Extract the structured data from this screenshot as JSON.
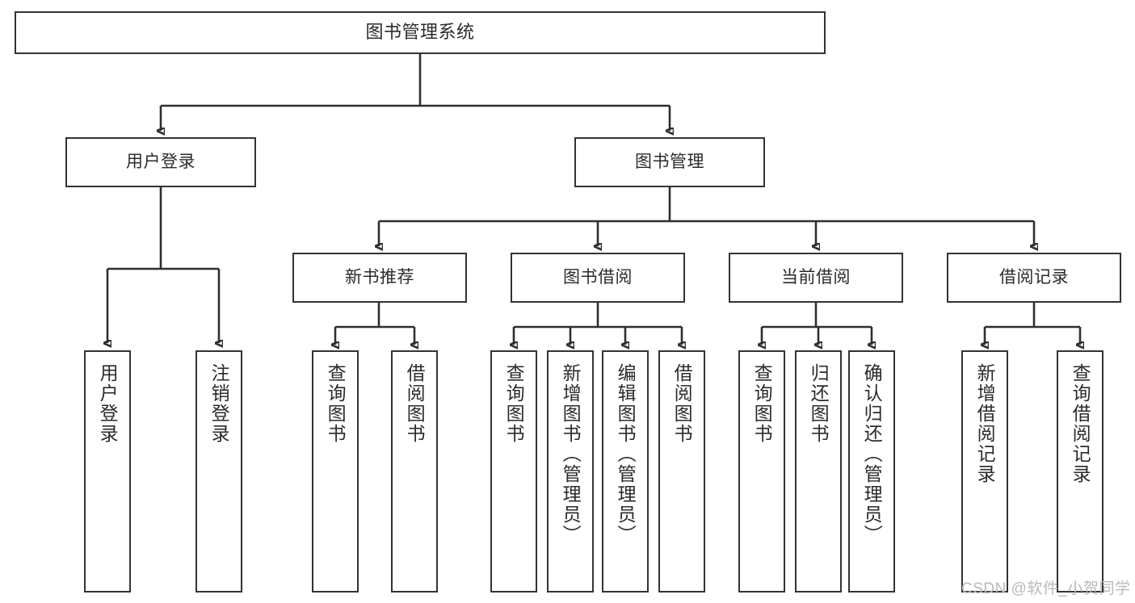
{
  "diagram": {
    "title": "图书管理系统",
    "root": {
      "label": "图书管理系统"
    },
    "level1": [
      {
        "label": "用户登录"
      },
      {
        "label": "图书管理"
      }
    ],
    "level2": [
      {
        "label": "新书推荐"
      },
      {
        "label": "图书借阅"
      },
      {
        "label": "当前借阅"
      },
      {
        "label": "借阅记录"
      }
    ],
    "leaves": {
      "user_login": [
        {
          "label": "用户登录"
        },
        {
          "label": "注销登录"
        }
      ],
      "new_book_recommend": [
        {
          "label": "查询图书"
        },
        {
          "label": "借阅图书"
        }
      ],
      "book_borrow": [
        {
          "label": "查询图书"
        },
        {
          "label": "新增图书（管理员）"
        },
        {
          "label": "编辑图书（管理员）"
        },
        {
          "label": "借阅图书"
        }
      ],
      "current_borrow": [
        {
          "label": "查询图书"
        },
        {
          "label": "归还图书"
        },
        {
          "label": "确认归还（管理员）"
        }
      ],
      "borrow_record": [
        {
          "label": "新增借阅记录"
        },
        {
          "label": "查询借阅记录"
        }
      ]
    },
    "watermark": "CSDN @软件_小贺同学",
    "colors": {
      "border": "#333333",
      "line": "#2f2f2f",
      "text": "#2b2b2b",
      "background": "#ffffff",
      "watermark": "#b9b9b9"
    }
  }
}
